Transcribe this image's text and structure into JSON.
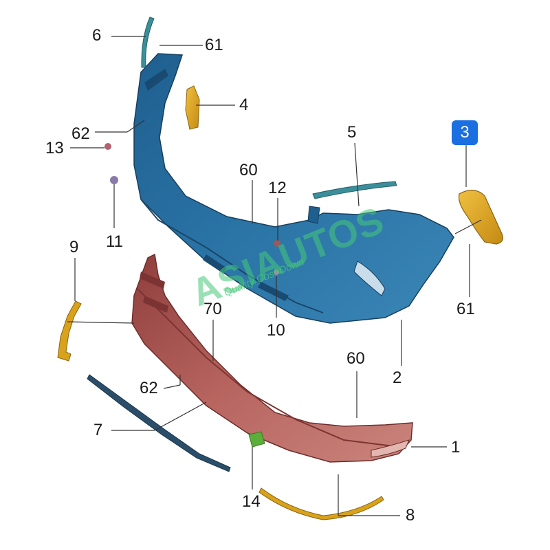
{
  "callouts": {
    "c6": "6",
    "c61_top": "61",
    "c4": "4",
    "c62_upper": "62",
    "c13": "13",
    "c11": "11",
    "c60_upper": "60",
    "c12": "12",
    "c5": "5",
    "c3": "3",
    "c61_right": "61",
    "c10": "10",
    "c2": "2",
    "c9": "9",
    "c70": "70",
    "c62_lower": "62",
    "c7": "7",
    "c60_lower": "60",
    "c1": "1",
    "c14": "14",
    "c8": "8"
  },
  "watermark": {
    "brand": "ASIAUTOS",
    "tagline": "Quality Cost Down"
  },
  "colors": {
    "upper_bumper": "#2a6f9f",
    "lower_bumper": "#b5605a",
    "bracket_yellow": "#d9a21b",
    "strip_teal": "#3b8f9a",
    "strip_navy": "#2a4e6a",
    "badge_blue": "#1b6fe0",
    "leader": "#333333"
  }
}
